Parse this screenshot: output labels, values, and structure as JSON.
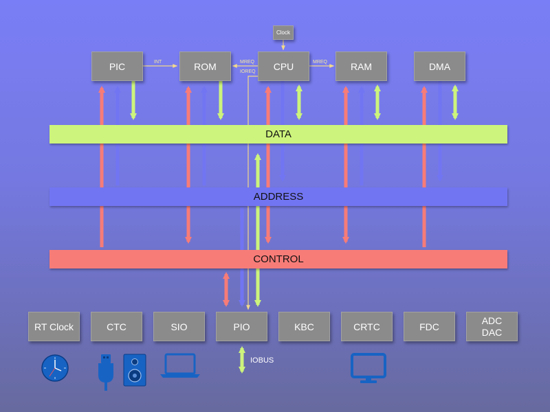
{
  "colors": {
    "data_bus": "#cdf47c",
    "address_bus": "#7275f2",
    "control_bus": "#f77c78",
    "box": "#8b8b8b",
    "signal_line": "#f2d98c",
    "icon_blue": "#1763c4"
  },
  "clock": {
    "label": "Clock"
  },
  "top_blocks": [
    {
      "id": "pic",
      "label": "PIC"
    },
    {
      "id": "rom",
      "label": "ROM"
    },
    {
      "id": "cpu",
      "label": "CPU"
    },
    {
      "id": "ram",
      "label": "RAM"
    },
    {
      "id": "dma",
      "label": "DMA"
    }
  ],
  "signals": {
    "int": "INT",
    "mreq_rom": "MREQ",
    "mreq_ram": "MREQ",
    "ioreq": "IOREQ"
  },
  "buses": {
    "data": "DATA",
    "address": "ADDRESS",
    "control": "CONTROL"
  },
  "peripherals": [
    {
      "id": "rtclock",
      "label": "RT Clock"
    },
    {
      "id": "ctc",
      "label": "CTC"
    },
    {
      "id": "sio",
      "label": "SIO"
    },
    {
      "id": "pio",
      "label": "PIO"
    },
    {
      "id": "kbc",
      "label": "KBC"
    },
    {
      "id": "crtc",
      "label": "CRTC"
    },
    {
      "id": "fdc",
      "label": "FDC"
    },
    {
      "id": "adcdac",
      "label": "ADC\nDAC"
    }
  ],
  "iobus_label": "IOBUS",
  "icons": [
    "clock-icon",
    "usb-icon",
    "speaker-icon",
    "laptop-icon",
    "monitor-icon"
  ]
}
